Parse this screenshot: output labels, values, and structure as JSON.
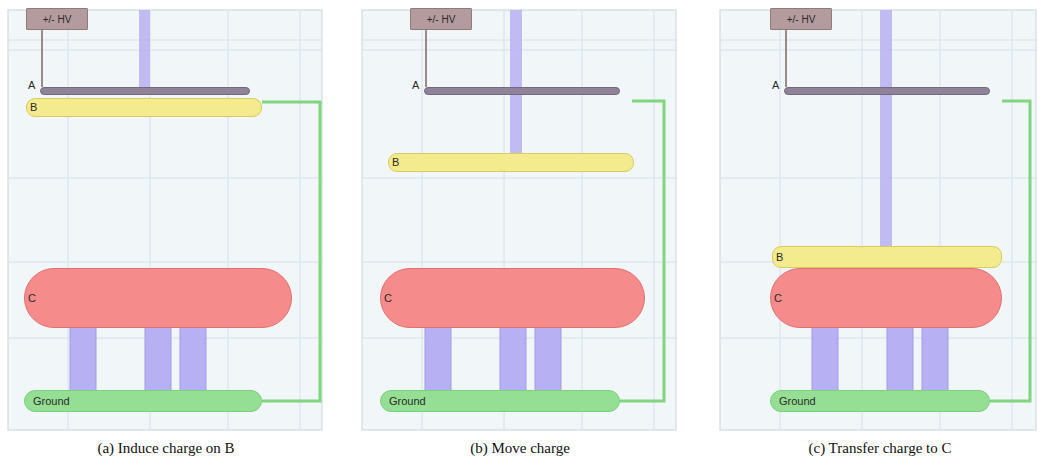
{
  "diagram": {
    "nodes": [
      {
        "text": [
          "+/- HV"
        ]
      },
      {
        "text": [
          "A"
        ]
      },
      {
        "text": [
          "B"
        ]
      },
      {
        "text": [
          "C"
        ]
      },
      {
        "text": [
          "Ground"
        ]
      },
      {
        "text": [
          "+/- HV"
        ]
      },
      {
        "text": [
          "A"
        ]
      },
      {
        "text": [
          "B"
        ]
      },
      {
        "text": [
          "C"
        ]
      },
      {
        "text": [
          "Ground"
        ]
      },
      {
        "text": [
          "+/- HV"
        ]
      },
      {
        "text": [
          "A"
        ]
      },
      {
        "text": [
          "B"
        ]
      },
      {
        "text": [
          "C"
        ]
      },
      {
        "text": [
          "Ground"
        ]
      }
    ],
    "edges": [
      {
        "from": 0,
        "to": 1,
        "arrow": "none"
      },
      {
        "from": 2,
        "to": 4,
        "arrow": "none"
      },
      {
        "from": 5,
        "to": 6,
        "arrow": "none"
      },
      {
        "from": 10,
        "to": 11,
        "arrow": "none"
      }
    ],
    "labels": [
      "(a) Induce charge on B",
      "(b) Move charge",
      "(c) Transfer charge to C"
    ]
  }
}
